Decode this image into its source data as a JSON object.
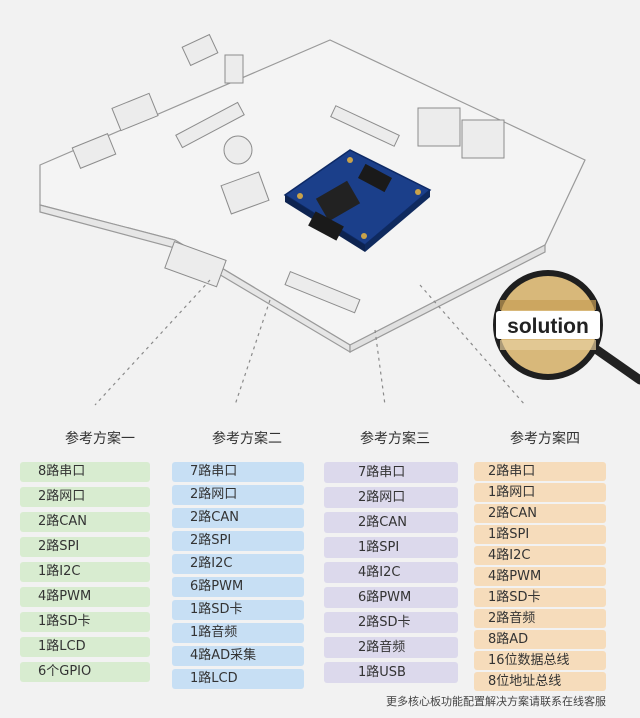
{
  "illustration": {
    "magnifier_label": "solution"
  },
  "columns": [
    {
      "title": "参考方案一",
      "items": [
        "8路串口",
        "2路网口",
        "2路CAN",
        "2路SPI",
        "1路I2C",
        "4路PWM",
        "1路SD卡",
        "1路LCD",
        "6个GPIO"
      ]
    },
    {
      "title": "参考方案二",
      "items": [
        "7路串口",
        "2路网口",
        "2路CAN",
        "2路SPI",
        "2路I2C",
        "6路PWM",
        "1路SD卡",
        "1路音频",
        "4路AD采集",
        "1路LCD"
      ]
    },
    {
      "title": "参考方案三",
      "items": [
        "7路串口",
        "2路网口",
        "2路CAN",
        "1路SPI",
        "4路I2C",
        "6路PWM",
        "2路SD卡",
        "2路音频",
        "1路USB"
      ]
    },
    {
      "title": "参考方案四",
      "items": [
        "2路串口",
        "1路网口",
        "2路CAN",
        "1路SPI",
        "4路I2C",
        "4路PWM",
        "1路SD卡",
        "2路音频",
        "8路AD",
        "16位数据总线",
        "8位地址总线"
      ]
    }
  ],
  "footer": {
    "note": "更多核心板功能配置解决方案请联系在线客服"
  },
  "colors": {
    "scheme1": "#d8ecd0",
    "scheme2": "#c7dff4",
    "scheme3": "#dcd9ec",
    "scheme4": "#f6dcbb",
    "core_board": "#1b3f8a"
  }
}
